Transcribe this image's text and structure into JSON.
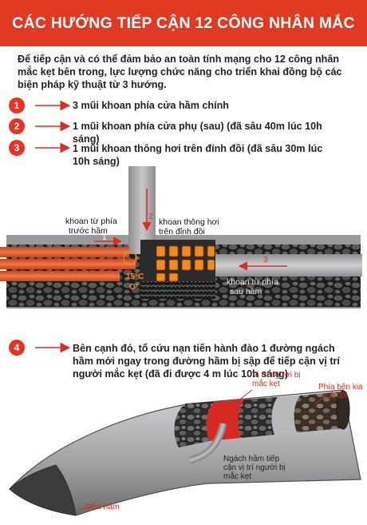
{
  "header": {
    "title": "CÁC HƯỚNG TIẾP CẬN 12 CÔNG NHÂN MẮC KẸT"
  },
  "intro": {
    "text": "Để tiếp cận và có thể đảm bảo an toàn tính mạng cho 12 công nhân mắc kẹt bên trong, lực lượng chức năng cho triển khai đồng bộ các biện pháp kỹ thuật từ 3 hướng."
  },
  "steps": [
    {
      "number": "1",
      "text": "3 mũi khoan phía cửa hầm chính"
    },
    {
      "number": "2",
      "text": "1 mũi khoan phía cửa phụ (sau) (đã sâu 40m lúc 10h sáng)"
    },
    {
      "number": "3",
      "text": "1 mũi khoan thông hơi trên đỉnh đồi (đã sâu 30m lúc 10h sáng)"
    },
    {
      "number": "4",
      "text": "Bên cạnh đó, tổ cứu nạn tiến hành đào 1 đường ngách hầm mới ngay trong đường hầm bị sập để tiếp cận vị trí người mắc kẹt (đã đi được 4 m lúc 10h sáng)"
    }
  ],
  "tunnel_diagram": {
    "label_front": [
      "khoan từ phía",
      "trước hầm"
    ],
    "label_vent": [
      "khoan thông hơi",
      "trên đỉnh đồi"
    ],
    "label_back": [
      "khoan từ phía",
      "sau hầm"
    ],
    "arrow_1": "1",
    "arrow_2": "2",
    "arrow_3": "3",
    "temperature": "15°C",
    "oxygen": "O²"
  },
  "cross_section": {
    "label_trapped": [
      "Vị trí người bị",
      "mắc kẹt"
    ],
    "label_hill": [
      "Phía bên kia",
      "quả đồi"
    ],
    "label_side_tunnel": [
      "Ngách hầm tiếp",
      "cận vị trí người bị",
      "mắc kẹt"
    ],
    "label_entrance": "Cửa hầm"
  },
  "colors": {
    "header_bg": "#e03a22",
    "step_badge": "#e53324",
    "drill_pipe": "#e8562a",
    "pipe_gray": "#a9a9ab",
    "rock_dark": "#2a2a2a",
    "worker_orange": "#f28a1c",
    "trapped_red": "#d42a22"
  }
}
